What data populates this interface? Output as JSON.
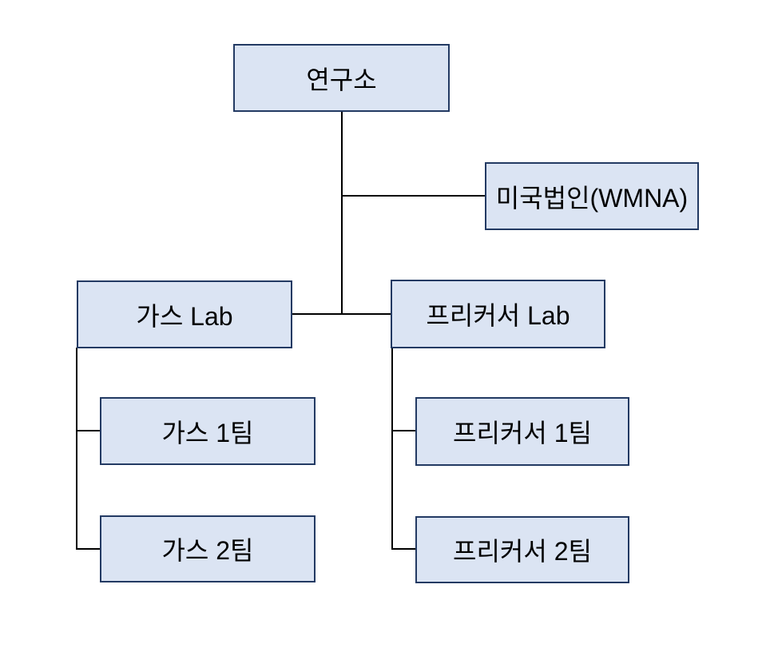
{
  "diagram": {
    "type": "org-chart",
    "colors": {
      "background": "#ffffff",
      "box_fill": "#dbe4f3",
      "box_border": "#233a63",
      "connector": "#000000",
      "text": "#000000"
    },
    "nodes": {
      "root": {
        "label": "연구소"
      },
      "us_corp": {
        "label": "미국법인(WMNA)"
      },
      "gas_lab": {
        "label": "가스 Lab"
      },
      "precursor_lab": {
        "label": "프리커서 Lab"
      },
      "gas_team1": {
        "label": "가스 1팀"
      },
      "gas_team2": {
        "label": "가스 2팀"
      },
      "precursor_team1": {
        "label": "프리커서 1팀"
      },
      "precursor_team2": {
        "label": "프리커서 2팀"
      }
    },
    "edges": [
      {
        "from": "root",
        "to": "us_corp"
      },
      {
        "from": "root",
        "to": "gas_lab"
      },
      {
        "from": "root",
        "to": "precursor_lab"
      },
      {
        "from": "gas_lab",
        "to": "gas_team1"
      },
      {
        "from": "gas_lab",
        "to": "gas_team2"
      },
      {
        "from": "precursor_lab",
        "to": "precursor_team1"
      },
      {
        "from": "precursor_lab",
        "to": "precursor_team2"
      }
    ]
  }
}
